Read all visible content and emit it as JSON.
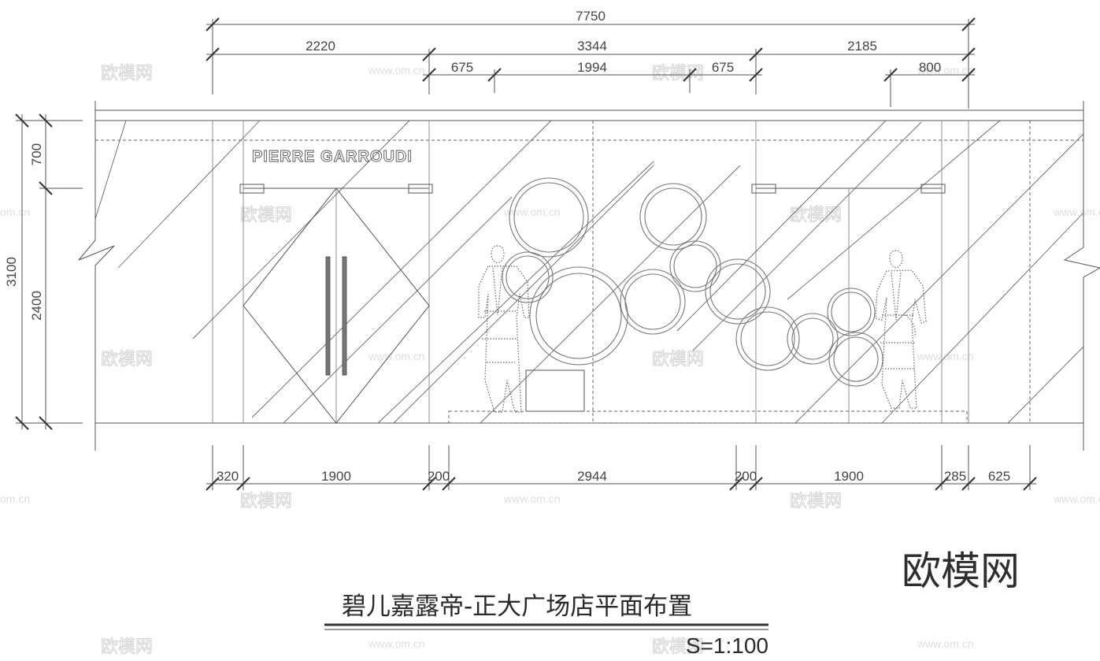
{
  "drawing": {
    "brand": "PIERRE GARROUDI",
    "title": "碧儿嘉露帝-正大广场店平面布置",
    "scale": "S=1:100",
    "watermark_logo": "欧模网",
    "watermark_small": "欧模网",
    "watermark_url": "www.om.cn",
    "watermark_url_fragment": "om.cn"
  },
  "dimensions": {
    "top_total": "7750",
    "top_row2": [
      "2220",
      "3344",
      "2185"
    ],
    "top_row3": [
      "675",
      "1994",
      "675",
      "800"
    ],
    "bottom": [
      "320",
      "1900",
      "200",
      "2944",
      "200",
      "1900",
      "285",
      "625"
    ],
    "left_inner": [
      "700",
      "2400"
    ],
    "left_outer": "3100"
  }
}
